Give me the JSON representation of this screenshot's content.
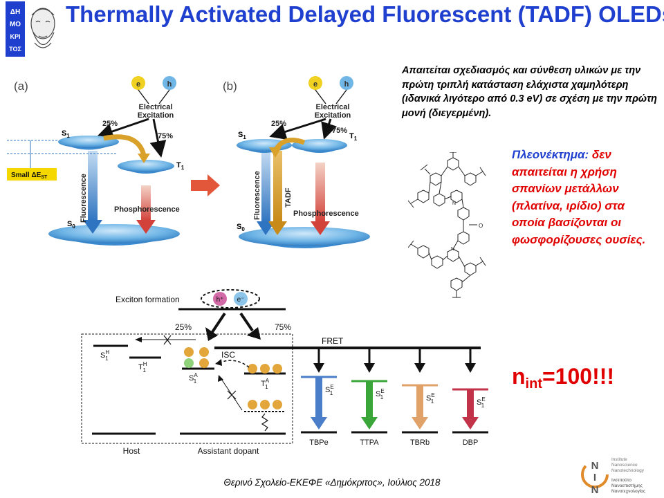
{
  "slide": {
    "title": "Thermally Activated Delayed Fluorescent (TADF) OLEDs",
    "logo_text": [
      "ΔΗ",
      "ΜΟ",
      "ΚΡΙ",
      "ΤΟΣ"
    ],
    "requirement_text": "Απαιτείται σχεδιασμός και σύνθεση υλικών με την πρώτη τριπλή κατάσταση ελάχιστα χαμηλότερη (ιδανικά λιγότερο από 0.3 eV) σε σχέση με την πρώτη μονή (διεγερμένη).",
    "advantage": {
      "label": "Πλεονέκτημα:",
      "text": " δεν απαιτείται η χρήση σπανίων μετάλλων (πλατίνα, ιρίδιο) στα οποία βασίζονται οι φωσφορίζουσες ουσίες."
    },
    "nint": {
      "base": "n",
      "sub": "int",
      "value": "=100!!!"
    },
    "footer": "Θερινό Σχολείο-ΕΚΕΦΕ «Δημόκριτος», Ιούλιος 2018",
    "institute": {
      "letters": [
        "N",
        "I",
        "N"
      ],
      "en": [
        "Institute",
        "Nanoscience",
        "Nanotechnology"
      ],
      "gr": [
        "Ινστιτούτο",
        "Νανοεπιστήμης",
        "Νανοτεχνολογίας"
      ]
    }
  },
  "diagram_a": {
    "panel_label": "(a)",
    "e": "e",
    "h": "h",
    "excitation": [
      "Electrical",
      "Excitation"
    ],
    "pct_singlet": "25%",
    "pct_triplet": "75%",
    "s1": "S",
    "s1_sub": "1",
    "t1": "T",
    "t1_sub": "1",
    "s0": "S",
    "s0_sub": "0",
    "small_gap": "Small ΔE",
    "small_gap_sub": "ST",
    "fluorescence": "Fluorescence",
    "phosphorescence": "Phosphorescence"
  },
  "diagram_b": {
    "panel_label": "(b)",
    "e": "e",
    "h": "h",
    "excitation": [
      "Electrical",
      "Excitation"
    ],
    "pct_singlet": "25%",
    "pct_triplet": "75%",
    "s1": "S",
    "s1_sub": "1",
    "t1": "T",
    "t1_sub": "1",
    "s0": "S",
    "s0_sub": "0",
    "fluorescence": "Fluorescence",
    "tadf": "TADF",
    "phosphorescence": "Phosphorescence"
  },
  "energy_diagram": {
    "exciton_formation": "Exciton formation",
    "hole": "h⁺",
    "electron": "e⁻",
    "pct_left": "25%",
    "pct_right": "75%",
    "fret": "FRET",
    "isc": "ISC",
    "host": "Host",
    "assistant_dopant": "Assistant dopant",
    "host_s": "S",
    "host_t": "T",
    "host_sup": "H",
    "sub1": "1",
    "dopant_s": "S",
    "dopant_t": "T",
    "dopant_sup": "A",
    "emitter_state": "S",
    "emitter_sup": "E",
    "emitters": [
      {
        "name": "TBPe",
        "color": "#4a7ec8"
      },
      {
        "name": "TTPA",
        "color": "#3aa63a"
      },
      {
        "name": "TBRb",
        "color": "#e1a26a"
      },
      {
        "name": "DBP",
        "color": "#c2334a"
      }
    ]
  },
  "colors": {
    "title_blue": "#1f3fcf",
    "accent_red": "#e10000",
    "level_blue": "#5ea9e0",
    "arrow_gold": "#d9a02a",
    "arrow_orange_red": "#d2533a",
    "small_gap_yellow": "#f5d800"
  }
}
